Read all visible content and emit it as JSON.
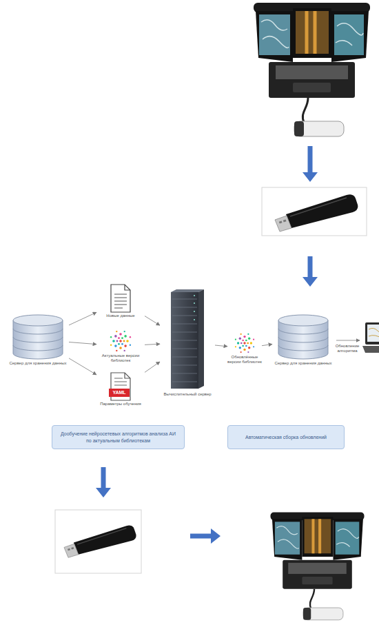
{
  "diagram": {
    "nodes": [
      {
        "text": [
          "Сервер для хранения данных"
        ]
      },
      {
        "text": [
          "Новые данные"
        ]
      },
      {
        "text": [
          "Актуальные версии библиотек"
        ]
      },
      {
        "text": [
          "YAML",
          "Параметры обучения"
        ]
      },
      {
        "text": [
          "Вычислительный сервер"
        ]
      },
      {
        "text": [
          "Обновлённые версии библиотек"
        ]
      },
      {
        "text": [
          "Сервер для хранения данных"
        ]
      },
      {
        "text": [
          "Дообучение нейросетевых алгоритмов анализа АИ по актуальным библиотекам"
        ]
      },
      {
        "text": [
          "Автоматическая сборка обновлений"
        ]
      }
    ],
    "edges": [
      {
        "from": 0,
        "to": 1,
        "arrow": "to"
      },
      {
        "from": 0,
        "to": 2,
        "arrow": "to"
      },
      {
        "from": 0,
        "to": 3,
        "arrow": "to"
      },
      {
        "from": 1,
        "to": 4,
        "arrow": "to"
      },
      {
        "from": 2,
        "to": 4,
        "arrow": "to"
      },
      {
        "from": 3,
        "to": 4,
        "arrow": "to"
      },
      {
        "from": 4,
        "to": 5,
        "arrow": "to"
      },
      {
        "from": 5,
        "to": 6,
        "arrow": "to"
      }
    ],
    "labels": [
      "Обновление алгоритма"
    ]
  }
}
